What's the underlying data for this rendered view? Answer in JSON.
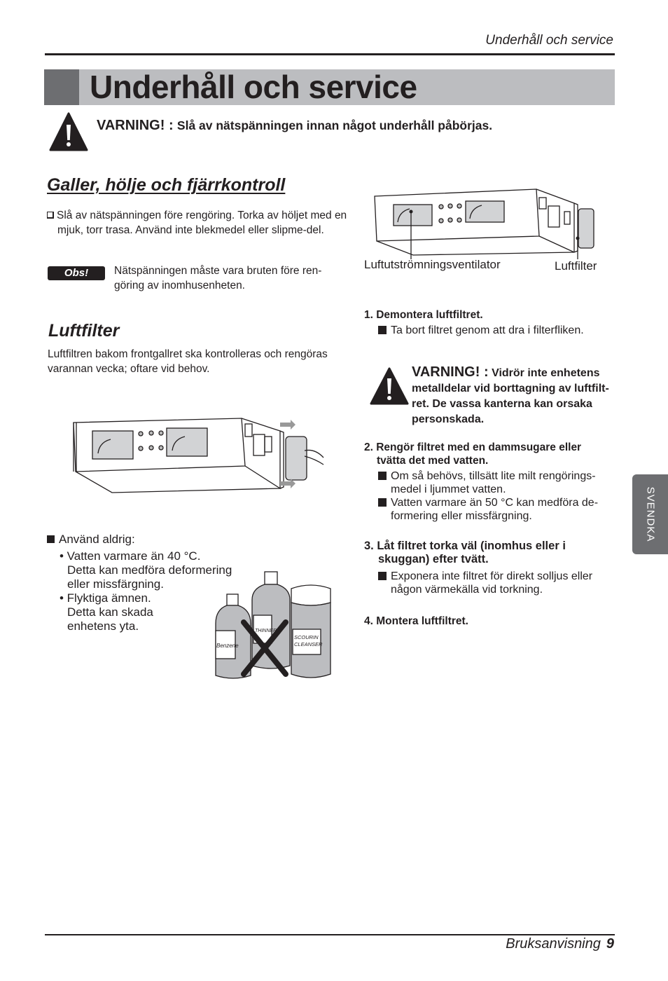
{
  "header": {
    "running_title": "Underhåll och service",
    "page_title": "Underhåll och service"
  },
  "warning_top": {
    "icon": "warning-triangle-icon",
    "lead": "VARNING! :",
    "message": "Slå av nätspänningen innan något underhåll påbörjas."
  },
  "section_grill": {
    "heading": "Galler, hölje och fjärrkontroll",
    "bullet": "Slå av nätspänningen före rengöring. Torka av höljet med en mjuk, torr trasa. Använd inte blekmedel eller slipme-del.",
    "note_badge": "Obs!",
    "note_text": "Nätspänningen måste vara bruten före ren-göring av inomhusenheten."
  },
  "section_filter": {
    "heading": "Luftfilter",
    "intro": "Luftfiltren bakom frontgallret ska kontrolleras och rengöras varannan vecka; oftare vid behov.",
    "never_lead": "Använd aldrig:",
    "never_items": [
      {
        "line1": "• Vatten varmare än 40 °C.",
        "line2": "Detta kan medföra deformering",
        "line3": "eller missfärgning."
      },
      {
        "line1": "• Flyktiga ämnen.",
        "line2": "Detta kan skada",
        "line3": "enhetens yta."
      }
    ],
    "bottle_labels": [
      "Benzene",
      "THINNER",
      "SCOURIN CLEANSER"
    ]
  },
  "diagram_right": {
    "label_fan": "Luftutströmningsventilator",
    "label_filter": "Luftfilter"
  },
  "steps": {
    "step1": {
      "title": "1. Demontera luftfiltret.",
      "subs": [
        "Ta bort filtret genom att dra i filterfliken."
      ]
    },
    "warning": {
      "lead": "VARNING! :",
      "message": "Vidrör inte enhetens metalldelar vid borttagning av luftfilt-ret. De vassa kanterna kan orsaka personskada."
    },
    "step2": {
      "title_line1": "2. Rengör filtret med en dammsugare eller",
      "title_line2": "tvätta det med vatten.",
      "subs": [
        "Om så behövs, tillsätt lite milt rengörings-medel i ljummet vatten.",
        "Vatten varmare än 50 °C kan medföra de-formering eller missfärgning."
      ]
    },
    "step3": {
      "title_line1": "3. Låt filtret torka väl (inomhus eller i",
      "title_line2": "skuggan) efter tvätt.",
      "subs": [
        "Exponera inte filtret för direkt solljus eller någon värmekälla vid torkning."
      ]
    },
    "step4": {
      "title": "4. Montera luftfiltret."
    }
  },
  "side_tab": {
    "label": "SVENDKA"
  },
  "footer": {
    "manual": "Bruksanvisning",
    "page": "9"
  },
  "colors": {
    "title_bar": "#bcbdc0",
    "title_block": "#6d6e71",
    "text": "#231f20",
    "side_tab": "#6d6e71"
  }
}
